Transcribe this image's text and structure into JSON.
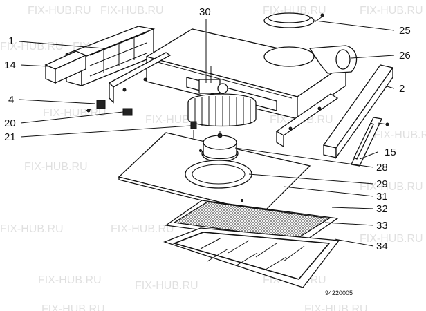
{
  "watermark": "FIX-HUB.RU",
  "part_number": "94220005",
  "callouts": {
    "c1": "1",
    "c14": "14",
    "c4": "4",
    "c20": "20",
    "c21": "21",
    "c30": "30",
    "c25": "25",
    "c26": "26",
    "c2": "2",
    "c15": "15",
    "c28": "28",
    "c29": "29",
    "c31": "31",
    "c32": "32",
    "c33": "33",
    "c34": "34"
  },
  "colors": {
    "ink": "#111111",
    "paper": "#ffffff",
    "watermark": "#c8c8c8"
  }
}
